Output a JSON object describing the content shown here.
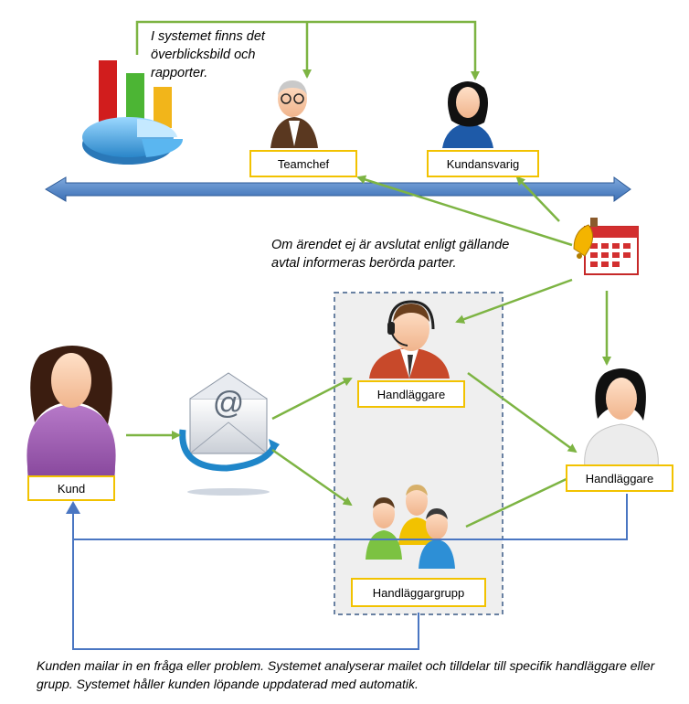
{
  "labels": {
    "teamchef": "Teamchef",
    "kundansvarig": "Kundansvarig",
    "handlaggare_center": "Handläggare",
    "handlaggare_right": "Handläggare",
    "kund": "Kund",
    "handlaggargrupp": "Handläggargrupp"
  },
  "notes": {
    "overview": "I systemet finns det överblicksbild och rapporter.",
    "escalation": "Om ärendet ej är avslutat enligt gällande avtal informeras berörda parter.",
    "caption": "Kunden mailar in en fråga eller problem. Systemet analyserar mailet och tilldelar till specifik handläggare eller grupp. Systemet håller kunden löpande uppdaterad med automatik."
  },
  "colors": {
    "arrow_green": "#7db443",
    "line_blue": "#4a76c2",
    "label_border": "#f2c200",
    "dashed_box": "#3a5a86"
  },
  "icons": [
    "pie-chart-icon",
    "manager-icon",
    "account-manager-icon",
    "calendar-bell-icon",
    "support-agent-icon",
    "customer-icon",
    "email-icon",
    "agent-woman-icon",
    "agent-group-icon"
  ]
}
